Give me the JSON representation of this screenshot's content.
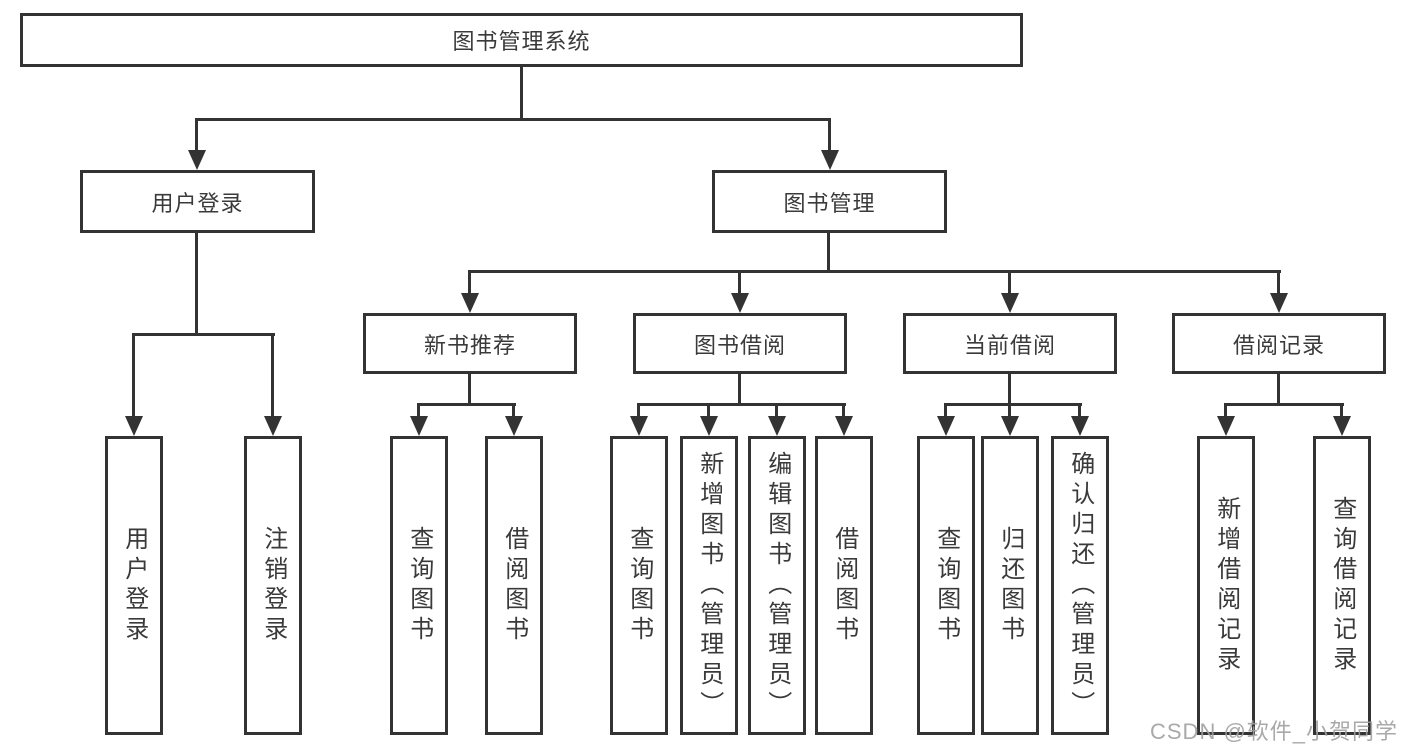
{
  "diagram": {
    "root": {
      "label": "图书管理系统"
    },
    "branches": [
      {
        "label": "用户登录",
        "children": [
          "用户登录",
          "注销登录"
        ]
      },
      {
        "label": "图书管理",
        "sections": [
          {
            "label": "新书推荐",
            "children": [
              "查询图书",
              "借阅图书"
            ]
          },
          {
            "label": "图书借阅",
            "children": [
              "查询图书",
              "新增图书（管理员）",
              "编辑图书（管理员）",
              "借阅图书"
            ]
          },
          {
            "label": "当前借阅",
            "children": [
              "查询图书",
              "归还图书",
              "确认归还（管理员）"
            ]
          },
          {
            "label": "借阅记录",
            "children": [
              "新增借阅记录",
              "查询借阅记录"
            ]
          }
        ]
      }
    ]
  },
  "watermark": "CSDN @软件_小贺同学",
  "colors": {
    "line": "#333333",
    "text": "#3a3a3a",
    "background": "#ffffff",
    "watermark": "#a0a0a0"
  }
}
